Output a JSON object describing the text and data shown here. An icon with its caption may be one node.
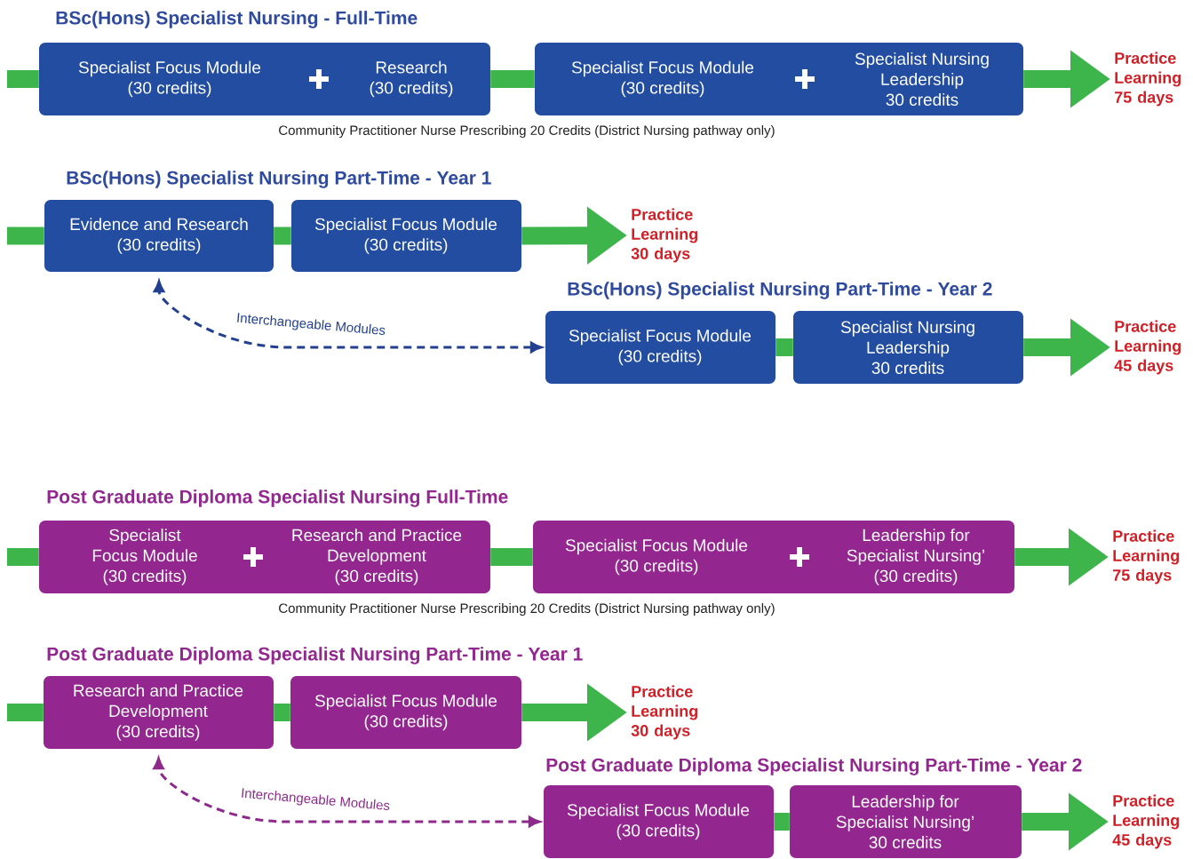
{
  "diagram": {
    "nodes": [
      {
        "text": [
          "Specialist Focus Module (30 credits)",
          "Research (30 credits)"
        ]
      },
      {
        "text": [
          "Specialist Focus Module (30 credits)",
          "Specialist Nursing Leadership 30 credits"
        ]
      },
      {
        "text": [
          "Practice Learning 75 days"
        ]
      },
      {
        "text": [
          "Evidence and Research (30 credits)"
        ]
      },
      {
        "text": [
          "Specialist Focus Module (30 credits)"
        ]
      },
      {
        "text": [
          "Practice Learning 30 days"
        ]
      },
      {
        "text": [
          "Specialist Focus Module (30 credits)"
        ]
      },
      {
        "text": [
          "Specialist Nursing Leadership 30 credits"
        ]
      },
      {
        "text": [
          "Practice Learning 45 days"
        ]
      },
      {
        "text": [
          "Specialist Focus Module (30 credits)",
          "Research and Practice Development (30 credits)"
        ]
      },
      {
        "text": [
          "Specialist Focus Module (30 credits)",
          "Leadership for Specialist Nursing’ (30 credits)"
        ]
      },
      {
        "text": [
          "Practice Learning 75 days"
        ]
      },
      {
        "text": [
          "Research and Practice Development (30 credits)"
        ]
      },
      {
        "text": [
          "Specialist Focus Module (30 credits)"
        ]
      },
      {
        "text": [
          "Practice Learning 30 days"
        ]
      },
      {
        "text": [
          "Specialist Focus Module (30 credits)"
        ]
      },
      {
        "text": [
          "Leadership for Specialist Nursing’ 30 credits"
        ]
      },
      {
        "text": [
          "Practice Learning 45 days"
        ]
      }
    ],
    "edges": [
      {
        "from": null,
        "to": 0,
        "arrow": "none"
      },
      {
        "from": 0,
        "to": 1,
        "arrow": "none"
      },
      {
        "from": 1,
        "to": 2,
        "arrow": "to"
      },
      {
        "from": null,
        "to": 3,
        "arrow": "none"
      },
      {
        "from": 3,
        "to": 4,
        "arrow": "none"
      },
      {
        "from": 4,
        "to": 5,
        "arrow": "to"
      },
      {
        "from": 6,
        "to": 7,
        "arrow": "none"
      },
      {
        "from": 7,
        "to": 8,
        "arrow": "to"
      },
      {
        "from": 6,
        "to": 3,
        "arrow": "both",
        "style": "dashed",
        "color": "#233f8f",
        "label": "Interchangeable Modules"
      },
      {
        "from": null,
        "to": 9,
        "arrow": "none"
      },
      {
        "from": 9,
        "to": 10,
        "arrow": "none"
      },
      {
        "from": 10,
        "to": 11,
        "arrow": "to"
      },
      {
        "from": null,
        "to": 12,
        "arrow": "none"
      },
      {
        "from": 12,
        "to": 13,
        "arrow": "none"
      },
      {
        "from": 13,
        "to": 14,
        "arrow": "to"
      },
      {
        "from": 15,
        "to": 16,
        "arrow": "none"
      },
      {
        "from": 16,
        "to": 17,
        "arrow": "to"
      },
      {
        "from": 15,
        "to": 12,
        "arrow": "both",
        "style": "dashed",
        "color": "#8e2a8c",
        "label": "Interchangeable Modules"
      }
    ],
    "labels": [
      "BSc(Hons) Specialist Nursing - Full-Time",
      "Community Practitioner Nurse Prescribing 20 Credits (District Nursing pathway only)",
      "BSc(Hons) Specialist Nursing Part-Time - Year 1",
      "BSc(Hons) Specialist Nursing Part-Time - Year 2",
      "Post Graduate Diploma Specialist Nursing Full-Time",
      "Community Practitioner Nurse Prescribing 20 Credits (District Nursing pathway only)",
      "Post Graduate Diploma Specialist Nursing Part-Time - Year 1",
      "Post Graduate Diploma Specialist Nursing Part-Time - Year 2"
    ]
  }
}
